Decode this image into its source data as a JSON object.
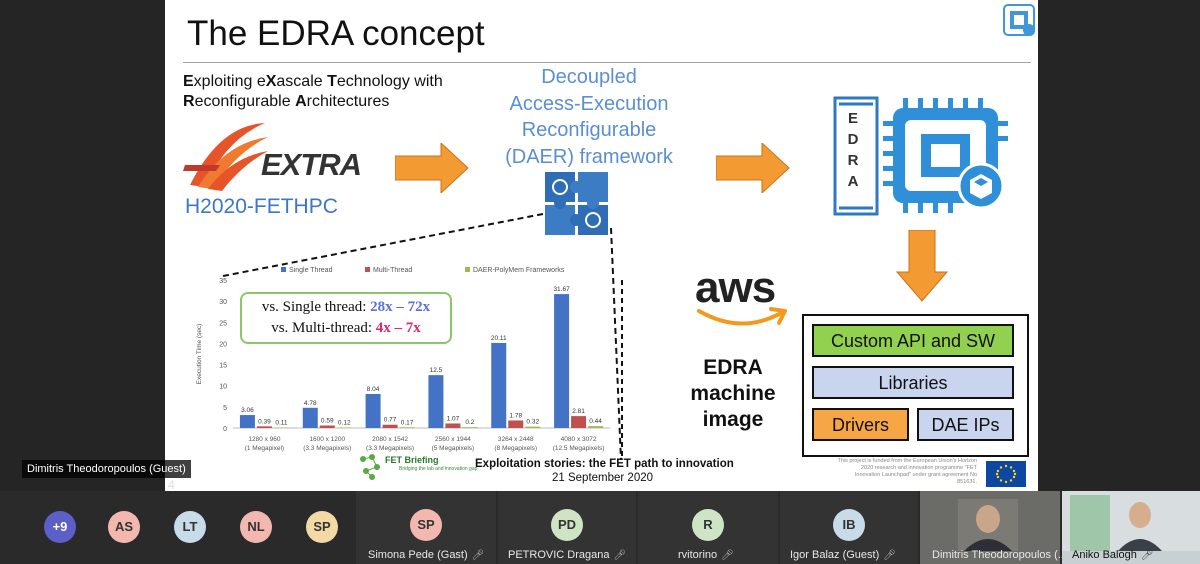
{
  "slide": {
    "title": "The EDRA concept",
    "extra_line1_parts": [
      "E",
      "xploiting e",
      "X",
      "ascale ",
      "T",
      "echnology with"
    ],
    "extra_line2_parts": [
      "R",
      "econfigurable ",
      "A",
      "rchitectures"
    ],
    "extra_logo_text": "EXTRA",
    "h2020": "H2020-FETHPC",
    "daer_lines": [
      "Decoupled",
      "Access-Execution",
      "Reconfigurable",
      "(DAER) framework"
    ],
    "edra_letters": [
      "E",
      "D",
      "R",
      "A"
    ],
    "aws_text": "aws",
    "edra_image_lines": [
      "EDRA",
      "machine",
      "image"
    ],
    "stack": {
      "api": "Custom API and SW",
      "libs": "Libraries",
      "drivers": "Drivers",
      "dae_ips": "DAE IPs"
    },
    "bubble": {
      "line1_prefix": "vs. Single thread: ",
      "line1_value": "28x – 72x",
      "line2_prefix": "vs. Multi-thread: ",
      "line2_value": "4x – 7x"
    },
    "footer_line1": "Exploitation stories: the FET path to innovation",
    "footer_line2": "21 September 2020",
    "fet_briefing": "FET Briefing",
    "fet_briefing_sub": "Bridging the lab and innovation gap",
    "funding_text": "This project is funded from the European Union's Horizon 2020 research and innovation programme \"FET Innovation Launchpad\" under grant agreement No 851631.",
    "page_number": "4",
    "presenter_label": "Dimitris Theodoropoulos (Guest)"
  },
  "chart_data": {
    "type": "bar",
    "title": "",
    "xlabel": "",
    "ylabel": "Execution Time (sec)",
    "ylim": [
      0,
      35
    ],
    "yticks": [
      0,
      5,
      10,
      15,
      20,
      25,
      30,
      35
    ],
    "grid": false,
    "legend_placement": "top",
    "categories": [
      [
        "1280 x 960",
        "(1 Megapixel)"
      ],
      [
        "1600 x 1200",
        "(3.3 Megapixels)"
      ],
      [
        "2080 x 1542",
        "(3.3 Megapixels)"
      ],
      [
        "2560 x 1944",
        "(5 Megapixels)"
      ],
      [
        "3264 x 2448",
        "(8 Megapixels)"
      ],
      [
        "4080 x 3072",
        "(12.5 Megapixels)"
      ]
    ],
    "series": [
      {
        "name": "Single Thread",
        "color": "#4472c4",
        "values": [
          3.06,
          4.78,
          8.04,
          12.5,
          20.11,
          31.67
        ]
      },
      {
        "name": "Multi-Thread",
        "color": "#c0504d",
        "values": [
          0.39,
          0.59,
          0.77,
          1.07,
          1.78,
          2.81
        ]
      },
      {
        "name": "DAER-PolyMem Frameworks",
        "color": "#9bbb59",
        "values": [
          0.11,
          0.12,
          0.17,
          0.2,
          0.32,
          0.44
        ]
      }
    ]
  },
  "participants": {
    "overflow": "+9",
    "avatars": [
      {
        "initials": "AS",
        "color": "#f2b8b0"
      },
      {
        "initials": "LT",
        "color": "#c7dbe8"
      },
      {
        "initials": "NL",
        "color": "#f2b8b0"
      },
      {
        "initials": "SP",
        "color": "#f3d9a4"
      }
    ],
    "tiles": [
      {
        "initials": "SP",
        "name": "Simona Pede (Gast)",
        "color": "#f2b8b0"
      },
      {
        "initials": "PD",
        "name": "PETROVIC Dragana",
        "color": "#cfe4c4"
      },
      {
        "initials": "R",
        "name": "rvitorino",
        "color": "#cfe4c4"
      },
      {
        "initials": "IB",
        "name": "Igor Balaz (Guest)",
        "color": "#c7dbe8"
      }
    ],
    "video_tiles": [
      {
        "name": "Dimitris Theodoropoulos (..."
      },
      {
        "name": "Aniko Balogh"
      }
    ],
    "mic_icon_name": "mic-muted-icon"
  }
}
